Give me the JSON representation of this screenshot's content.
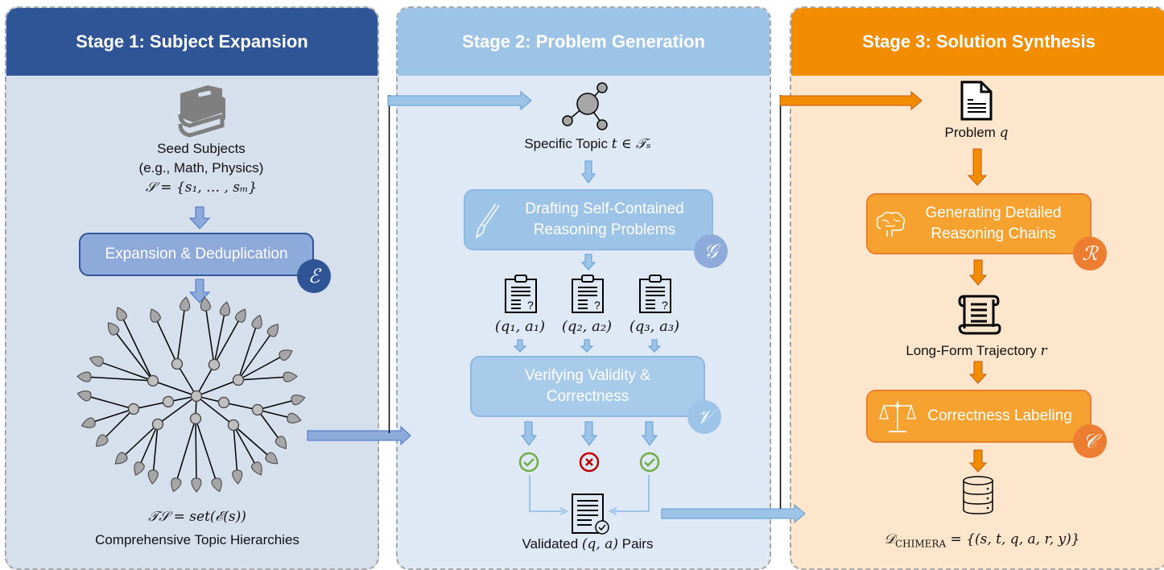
{
  "stages": [
    {
      "title": "Stage 1: Subject Expansion",
      "seed_label": "Seed Subjects",
      "seed_examples": "(e.g., Math, Physics)",
      "seed_formula": "𝒮 = {s₁, … , sₘ}",
      "process_label": "Expansion & Deduplication",
      "process_badge": "ℰ",
      "output_formula": "𝒯𝒮 = set(ℰ(s))",
      "output_label": "Comprehensive Topic Hierarchies",
      "icons": [
        "books-icon",
        "topic-tree-icon"
      ]
    },
    {
      "title": "Stage 2: Problem Generation",
      "input_label": "Specific Topic",
      "input_formula": "t ∈ 𝒯ₛ",
      "draft_label_line1": "Drafting Self-Contained",
      "draft_label_line2": "Reasoning Problems",
      "draft_badge": "𝒢",
      "candidates": [
        {
          "label": "(q₁, a₁)",
          "verdict": "valid"
        },
        {
          "label": "(q₂, a₂)",
          "verdict": "invalid"
        },
        {
          "label": "(q₃, a₃)",
          "verdict": "valid"
        }
      ],
      "verify_label_line1": "Verifying Validity &",
      "verify_label_line2": "Correctness",
      "verify_badge": "𝒱",
      "output_prefix": "Validated",
      "output_formula": "(q, a)",
      "output_suffix": "Pairs"
    },
    {
      "title": "Stage 3: Solution Synthesis",
      "input_label": "Problem",
      "input_formula": "q",
      "reason_label_line1": "Generating Detailed",
      "reason_label_line2": "Reasoning Chains",
      "reason_badge": "ℛ",
      "trajectory_label": "Long-Form Trajectory",
      "trajectory_formula": "r",
      "label_process": "Correctness Labeling",
      "label_badge": "𝒞",
      "output_formula_main": "𝒟",
      "output_formula_sub": "CHIMERA",
      "output_formula_rest": " = {(s, t, q, a, r, y)}"
    }
  ],
  "colors": {
    "stage1_header": "#2f5597",
    "stage2_header": "#9dc3e6",
    "stage3_header": "#f28c00",
    "valid": "#70ad47",
    "invalid": "#c00000"
  }
}
